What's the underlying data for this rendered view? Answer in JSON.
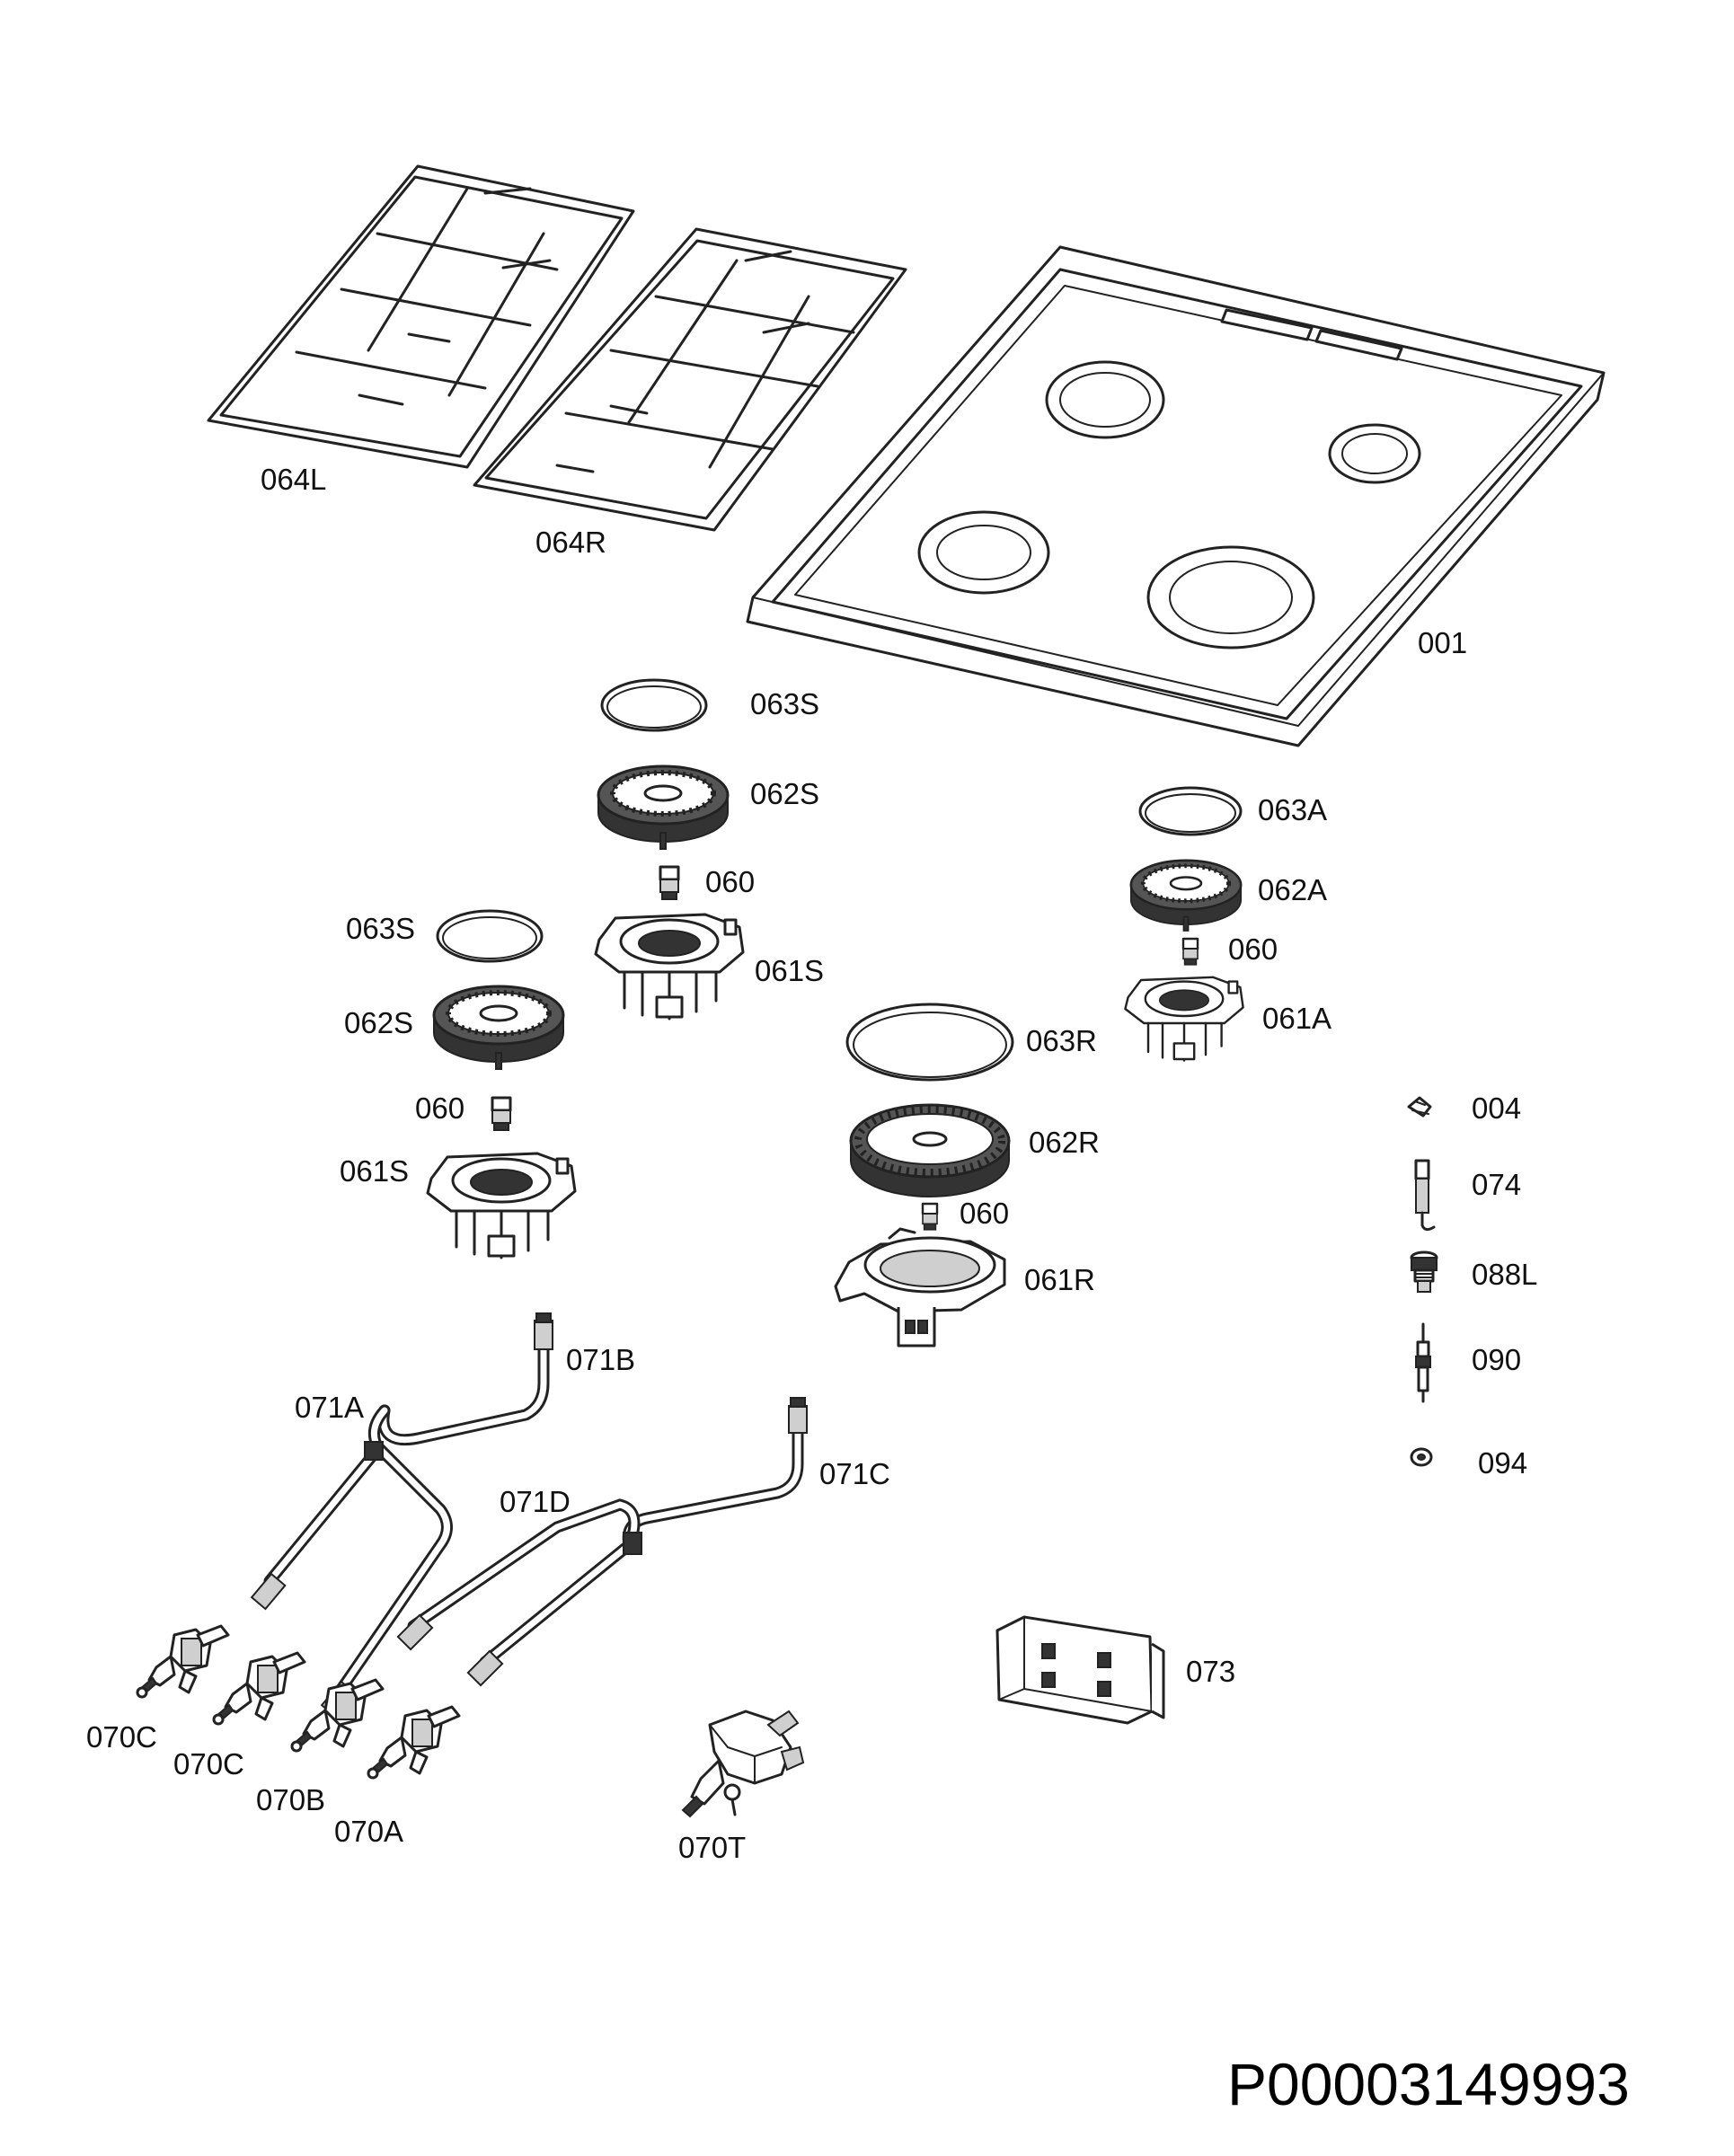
{
  "diagram": {
    "parts": [
      {
        "id": "p064L",
        "label": "064L"
      },
      {
        "id": "p064R",
        "label": "064R"
      },
      {
        "id": "p001",
        "label": "001"
      },
      {
        "id": "p063S_a",
        "label": "063S"
      },
      {
        "id": "p062S_a",
        "label": "062S"
      },
      {
        "id": "p060_a",
        "label": "060"
      },
      {
        "id": "p061S_a",
        "label": "061S"
      },
      {
        "id": "p063S_b",
        "label": "063S"
      },
      {
        "id": "p062S_b",
        "label": "062S"
      },
      {
        "id": "p060_b",
        "label": "060"
      },
      {
        "id": "p061S_b",
        "label": "061S"
      },
      {
        "id": "p063A",
        "label": "063A"
      },
      {
        "id": "p062A",
        "label": "062A"
      },
      {
        "id": "p060_c",
        "label": "060"
      },
      {
        "id": "p061A",
        "label": "061A"
      },
      {
        "id": "p063R",
        "label": "063R"
      },
      {
        "id": "p062R",
        "label": "062R"
      },
      {
        "id": "p060_d",
        "label": "060"
      },
      {
        "id": "p061R",
        "label": "061R"
      },
      {
        "id": "p004",
        "label": "004"
      },
      {
        "id": "p074",
        "label": "074"
      },
      {
        "id": "p088L",
        "label": "088L"
      },
      {
        "id": "p090",
        "label": "090"
      },
      {
        "id": "p094",
        "label": "094"
      },
      {
        "id": "p071B",
        "label": "071B"
      },
      {
        "id": "p071A",
        "label": "071A"
      },
      {
        "id": "p071D",
        "label": "071D"
      },
      {
        "id": "p071C",
        "label": "071C"
      },
      {
        "id": "p073",
        "label": "073"
      },
      {
        "id": "p070C_a",
        "label": "070C"
      },
      {
        "id": "p070C_b",
        "label": "070C"
      },
      {
        "id": "p070B",
        "label": "070B"
      },
      {
        "id": "p070A",
        "label": "070A"
      },
      {
        "id": "p070T",
        "label": "070T"
      }
    ],
    "document_id": "P00003149993"
  }
}
